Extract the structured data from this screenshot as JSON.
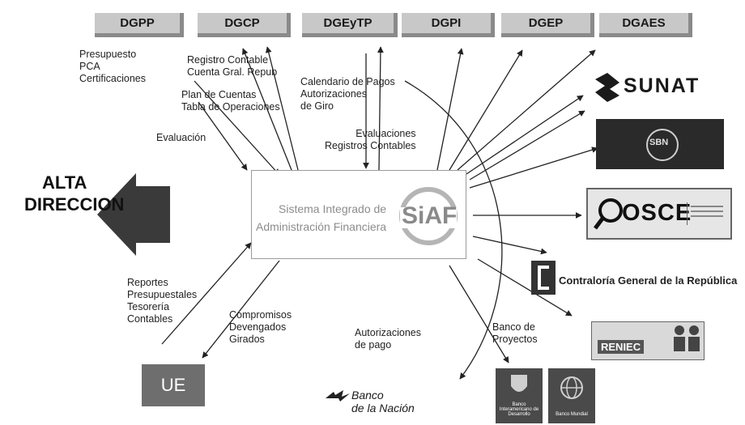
{
  "tabs": [
    "DGPP",
    "DGCP",
    "DGEyTP",
    "DGPI",
    "DGEP",
    "DGAES"
  ],
  "center": {
    "line1": "Sistema Integrado de",
    "line2": "Administración Financiera",
    "logo": "SiAF"
  },
  "alta": {
    "line1": "ALTA",
    "line2": "DIRECCION"
  },
  "labels": {
    "presupuesto": [
      "Presupuesto",
      "PCA",
      "Certificaciones"
    ],
    "registro": [
      "Registro Contable",
      "Cuenta Gral. Repub"
    ],
    "plan": [
      "Plan de Cuentas",
      "Tabla de Operaciones"
    ],
    "calendario": [
      "Calendario de Pagos",
      "Autorizaciones",
      "de Giro"
    ],
    "evaluaciones": [
      "Evaluaciones",
      "Registros Contables"
    ],
    "evaluacion": "Evaluación",
    "reportes": [
      "Reportes",
      "Presupuestales",
      "Tesorería",
      "Contables"
    ],
    "compromisos": [
      "Compromisos",
      "Devengados",
      "Girados"
    ],
    "autorizaciones_pago": [
      "Autorizaciones",
      "de pago"
    ],
    "banco_proyectos": [
      "Banco de",
      "Proyectos"
    ]
  },
  "entities": {
    "sunat": "SUNAT",
    "sbn": "SBN",
    "osce": "OSCE",
    "cgr": "Contraloría General de la República",
    "reniec": "RENIEC",
    "ue": "UE",
    "banco_nacion": [
      "Banco",
      "de la Nación"
    ],
    "bid_caption": "Banco Interamericano de Desarrollo",
    "bm_caption": "Banco Mundial"
  }
}
